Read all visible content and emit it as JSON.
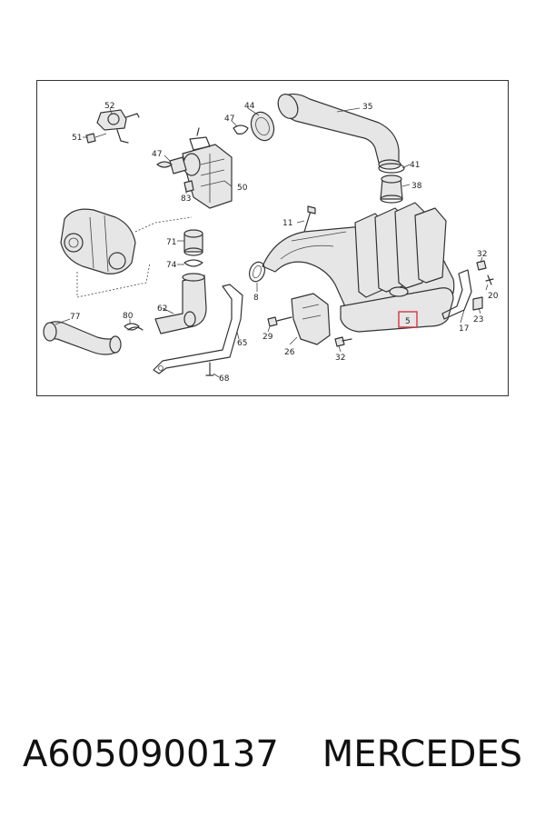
{
  "diagram": {
    "callouts": [
      "52",
      "51",
      "47",
      "44",
      "35",
      "47",
      "83",
      "50",
      "41",
      "38",
      "11",
      "71",
      "74",
      "32",
      "20",
      "8",
      "62",
      "80",
      "77",
      "29",
      "26",
      "65",
      "68",
      "32",
      "5",
      "17",
      "23"
    ],
    "highlight_color": "#d9363e"
  },
  "caption": {
    "part_number": "A6050900137",
    "brand": "MERCEDES"
  }
}
